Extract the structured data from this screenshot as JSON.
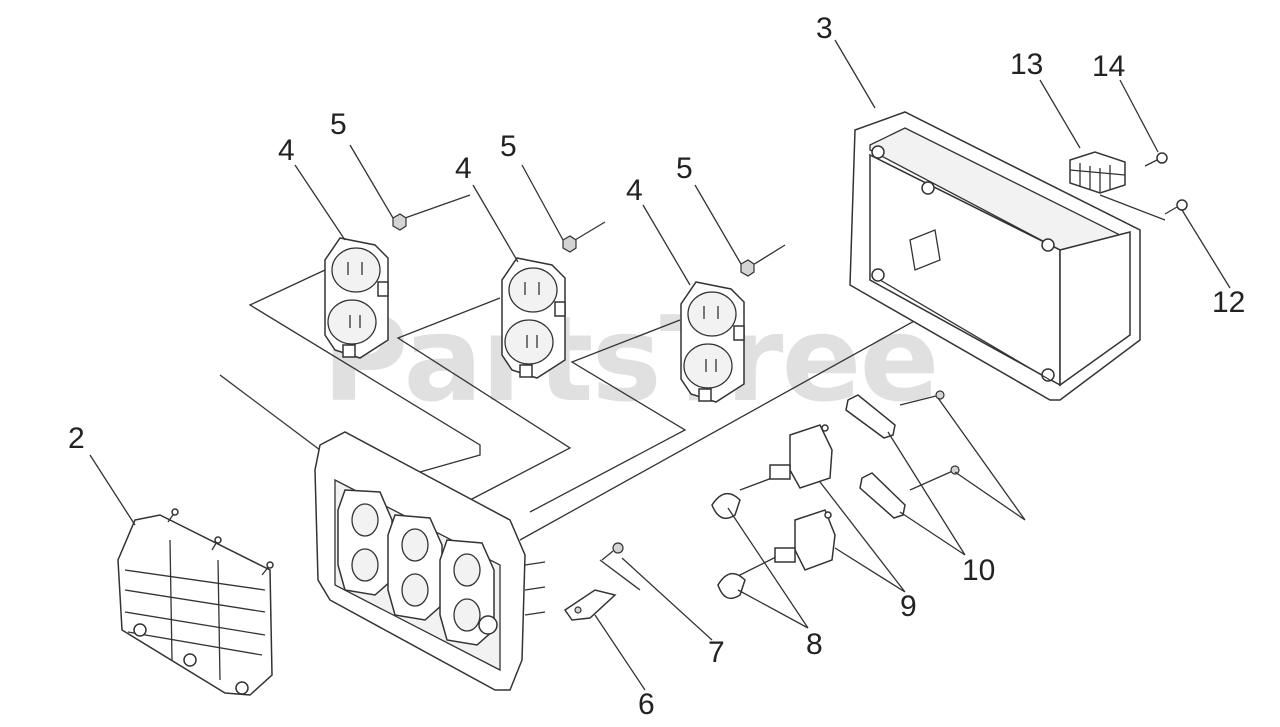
{
  "watermark": {
    "text": "PartsTree",
    "trademark": "™"
  },
  "callouts": [
    {
      "id": "c2",
      "text": "2"
    },
    {
      "id": "c3",
      "text": "3"
    },
    {
      "id": "c4a",
      "text": "4"
    },
    {
      "id": "c4b",
      "text": "4"
    },
    {
      "id": "c4c",
      "text": "4"
    },
    {
      "id": "c5a",
      "text": "5"
    },
    {
      "id": "c5b",
      "text": "5"
    },
    {
      "id": "c5c",
      "text": "5"
    },
    {
      "id": "c6",
      "text": "6"
    },
    {
      "id": "c7",
      "text": "7"
    },
    {
      "id": "c8",
      "text": "8"
    },
    {
      "id": "c9",
      "text": "9"
    },
    {
      "id": "c10",
      "text": "10"
    },
    {
      "id": "c12",
      "text": "12"
    },
    {
      "id": "c13",
      "text": "13"
    },
    {
      "id": "c14",
      "text": "14"
    }
  ],
  "parts": [
    {
      "name": "cover-panel-2"
    },
    {
      "name": "control-box-3"
    },
    {
      "name": "receptacle-4"
    },
    {
      "name": "nut-5"
    },
    {
      "name": "clip-6"
    },
    {
      "name": "screw-7"
    },
    {
      "name": "lamp-8"
    },
    {
      "name": "switch-9"
    },
    {
      "name": "bracket-10"
    },
    {
      "name": "screw-12"
    },
    {
      "name": "terminal-block-13"
    },
    {
      "name": "screw-14"
    },
    {
      "name": "receptacle-panel"
    }
  ]
}
